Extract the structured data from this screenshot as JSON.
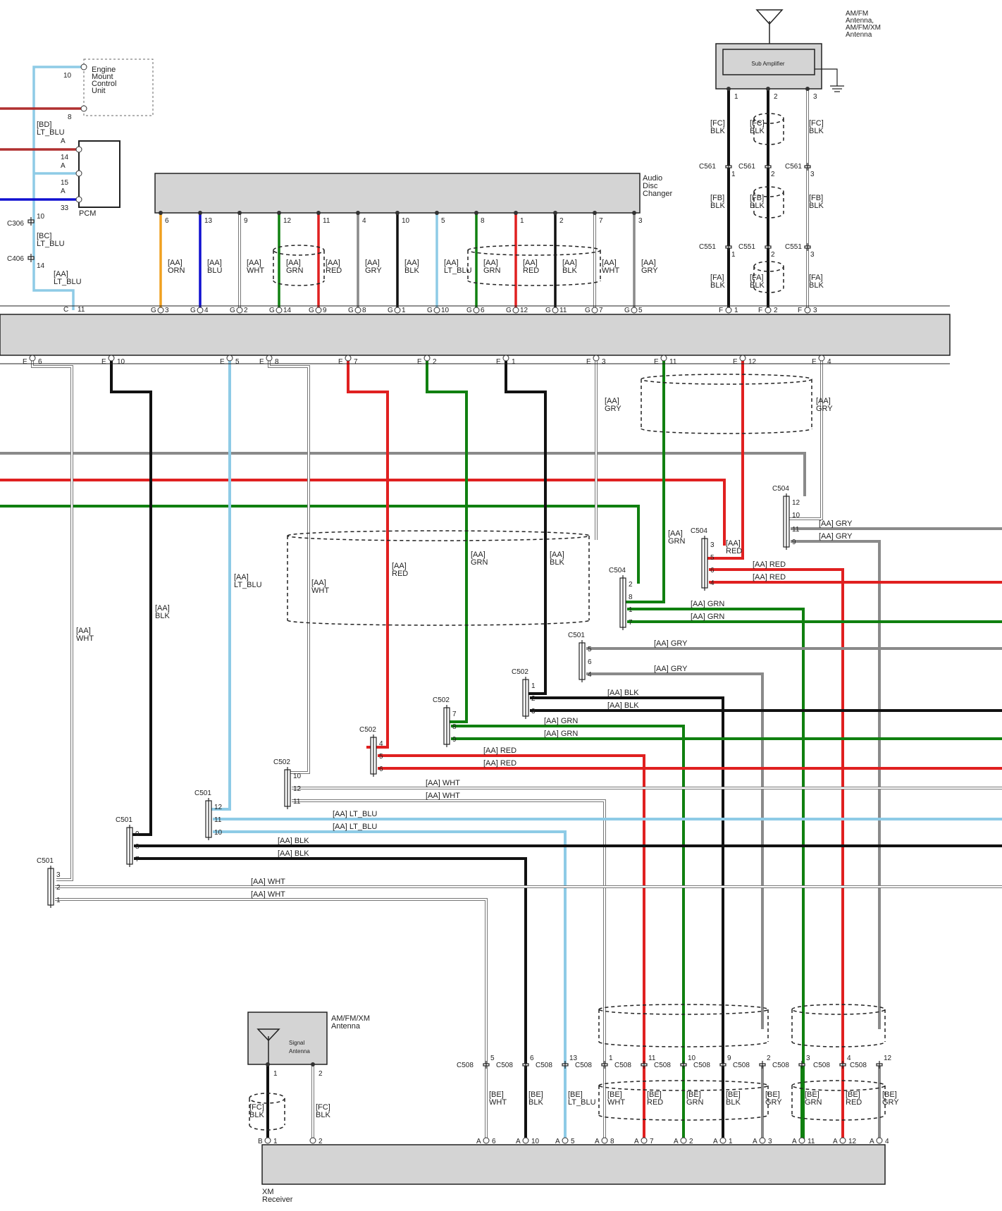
{
  "components": {
    "antenna_top": {
      "lines": [
        "AM/FM",
        "Antenna,",
        "AM/FM/XM",
        "Antenna"
      ]
    },
    "sub_amplifier": {
      "label": "Sub Amplifier"
    },
    "engine_mount": {
      "lines": [
        "Engine",
        "Mount",
        "Control",
        "Unit"
      ]
    },
    "pcm": {
      "label": "PCM"
    },
    "audio_disc_changer": {
      "lines": [
        "Audio",
        "Disc",
        "Changer"
      ]
    },
    "signal_antenna": {
      "lines": [
        "Signal",
        "Antenna"
      ]
    },
    "xm_antenna": {
      "lines": [
        "AM/FM/XM",
        "Antenna"
      ]
    },
    "xm_receiver": {
      "lines": [
        "XM",
        "Receiver"
      ]
    }
  },
  "colors": {
    "LT_BLU": "#8ecbe6",
    "RED": "#e02020",
    "BLU": "#1010d0",
    "ORN": "#f0a020",
    "GRN": "#108010",
    "BLK": "#111111",
    "GRY": "#8a8a8a",
    "WHT": "#ffffff",
    "DKRED": "#b03030",
    "BOX": "#d4d4d4"
  },
  "left_labels": {
    "engine_pins": [
      "10",
      "8"
    ],
    "bd": [
      "[BD]",
      "LT_BLU"
    ],
    "pcm_pins": [
      "A",
      "14",
      "A",
      "15",
      "A",
      "33"
    ],
    "c306": [
      "C306",
      "10"
    ],
    "bc": [
      "[BC]",
      "LT_BLU"
    ],
    "c406": [
      "C406",
      "14"
    ],
    "aa_ltblu": [
      "[AA]",
      "LT_BLU"
    ],
    "c11": [
      "C",
      "11"
    ]
  },
  "changer_pins": [
    "6",
    "13",
    "9",
    "12",
    "11",
    "4",
    "10",
    "5",
    "8",
    "1",
    "2",
    "7",
    "3"
  ],
  "g_row": [
    {
      "l": "G",
      "n": "3"
    },
    {
      "l": "G",
      "n": "4"
    },
    {
      "l": "G",
      "n": "2"
    },
    {
      "l": "G",
      "n": "14"
    },
    {
      "l": "G",
      "n": "9"
    },
    {
      "l": "G",
      "n": "8"
    },
    {
      "l": "G",
      "n": "1"
    },
    {
      "l": "G",
      "n": "10"
    },
    {
      "l": "G",
      "n": "6"
    },
    {
      "l": "G",
      "n": "12"
    },
    {
      "l": "G",
      "n": "11"
    },
    {
      "l": "G",
      "n": "7"
    },
    {
      "l": "G",
      "n": "5"
    }
  ],
  "changer_wires": [
    [
      "[AA]",
      "ORN"
    ],
    [
      "[AA]",
      "BLU"
    ],
    [
      "[AA]",
      "WHT"
    ],
    [
      "[AA]",
      "GRN"
    ],
    [
      "[AA]",
      "RED"
    ],
    [
      "[AA]",
      "GRY"
    ],
    [
      "[AA]",
      "BLK"
    ],
    [
      "[AA]",
      "LT_BLU"
    ],
    [
      "[AA]",
      "GRN"
    ],
    [
      "[AA]",
      "RED"
    ],
    [
      "[AA]",
      "BLK"
    ],
    [
      "[AA]",
      "WHT"
    ],
    [
      "[AA]",
      "GRY"
    ]
  ],
  "amp_pins": [
    "1",
    "2",
    "3"
  ],
  "amp_conn_names": [
    "C561",
    "C561",
    "C561",
    "C551",
    "C551",
    "C551"
  ],
  "amp_conn_pins": [
    "1",
    "2",
    "3",
    "1",
    "2",
    "3"
  ],
  "amp_wires": [
    [
      "[FC]",
      "BLK"
    ],
    [
      "[FC]",
      "BLK"
    ],
    [
      "[FC]",
      "BLK"
    ],
    [
      "[FB]",
      "BLK"
    ],
    [
      "[FB]",
      "BLK"
    ],
    [
      "[FB]",
      "BLK"
    ],
    [
      "[FA]",
      "BLK"
    ],
    [
      "[FA]",
      "BLK"
    ],
    [
      "[FA]",
      "BLK"
    ]
  ],
  "f_row": [
    {
      "l": "F",
      "n": "1"
    },
    {
      "l": "F",
      "n": "2"
    },
    {
      "l": "F",
      "n": "3"
    }
  ],
  "e_row": [
    {
      "l": "E",
      "n": "6"
    },
    {
      "l": "E",
      "n": "10"
    },
    {
      "l": "E",
      "n": "5"
    },
    {
      "l": "E",
      "n": "8"
    },
    {
      "l": "E",
      "n": "7"
    },
    {
      "l": "E",
      "n": "2"
    },
    {
      "l": "E",
      "n": "1"
    },
    {
      "l": "E",
      "n": "3"
    },
    {
      "l": "E",
      "n": "11"
    },
    {
      "l": "E",
      "n": "12"
    },
    {
      "l": "E",
      "n": "4"
    }
  ],
  "vertical_wire_labels": [
    [
      "[AA]",
      "GRY"
    ],
    [
      "[AA]",
      "GRY"
    ],
    [
      "[AA]",
      "WHT"
    ],
    [
      "[AA]",
      "BLK"
    ],
    [
      "[AA]",
      "LT_BLU"
    ],
    [
      "[AA]",
      "WHT"
    ],
    [
      "[AA]",
      "RED"
    ],
    [
      "[AA]",
      "GRN"
    ],
    [
      "[AA]",
      "BLK"
    ],
    [
      "[AA]",
      "GRN"
    ],
    [
      "[AA]",
      "RED"
    ]
  ],
  "connectors": [
    {
      "name": "C504",
      "pins": [
        "12",
        "10",
        "11",
        "9"
      ]
    },
    {
      "name": "C504",
      "pins": [
        "3",
        "5",
        "6",
        "4"
      ]
    },
    {
      "name": "C504",
      "pins": [
        "2",
        "8",
        "1",
        "7"
      ]
    },
    {
      "name": "C501",
      "pins": [
        "5",
        "6",
        "4"
      ]
    },
    {
      "name": "C502",
      "pins": [
        "1",
        "2",
        "3"
      ]
    },
    {
      "name": "C502",
      "pins": [
        "7",
        "8",
        "9"
      ]
    },
    {
      "name": "C502",
      "pins": [
        "4",
        "5",
        "6"
      ]
    },
    {
      "name": "C502",
      "pins": [
        "10",
        "12",
        "11"
      ]
    },
    {
      "name": "C501",
      "pins": [
        "12",
        "11",
        "10"
      ]
    },
    {
      "name": "C501",
      "pins": [
        "9",
        "8",
        "7"
      ]
    },
    {
      "name": "C501",
      "pins": [
        "3",
        "2",
        "1"
      ]
    }
  ],
  "horizontal_wire_labels": [
    "[AA]  GRY",
    "[AA]  GRY",
    "[AA]  RED",
    "[AA]  RED",
    "[AA]  GRN",
    "[AA]  GRN",
    "[AA]  GRY",
    "[AA]  GRY",
    "[AA]  BLK",
    "[AA]  BLK",
    "[AA]  GRN",
    "[AA]  GRN",
    "[AA]  RED",
    "[AA]  RED",
    "[AA]  WHT",
    "[AA]  WHT",
    "[AA]  LT_BLU",
    "[AA]  LT_BLU",
    "[AA]  BLK",
    "[AA]  BLK",
    "[AA]  WHT",
    "[AA]  WHT"
  ],
  "c508": [
    {
      "name": "C508",
      "pin": "5"
    },
    {
      "name": "C508",
      "pin": "6"
    },
    {
      "name": "C508",
      "pin": "13"
    },
    {
      "name": "C508",
      "pin": "1"
    },
    {
      "name": "C508",
      "pin": "11"
    },
    {
      "name": "C508",
      "pin": "10"
    },
    {
      "name": "C508",
      "pin": "9"
    },
    {
      "name": "C508",
      "pin": "2"
    },
    {
      "name": "C508",
      "pin": "3"
    },
    {
      "name": "C508",
      "pin": "4"
    },
    {
      "name": "C508",
      "pin": "12"
    }
  ],
  "be_wires": [
    [
      "[BE]",
      "WHT"
    ],
    [
      "[BE]",
      "BLK"
    ],
    [
      "[BE]",
      "LT_BLU"
    ],
    [
      "[BE]",
      "WHT"
    ],
    [
      "[BE]",
      "RED"
    ],
    [
      "[BE]",
      "GRN"
    ],
    [
      "[BE]",
      "BLK"
    ],
    [
      "[BE]",
      "GRY"
    ],
    [
      "[BE]",
      "GRN"
    ],
    [
      "[BE]",
      "RED"
    ],
    [
      "[BE]",
      "GRY"
    ]
  ],
  "a_row": [
    {
      "l": "A",
      "n": "6"
    },
    {
      "l": "A",
      "n": "10"
    },
    {
      "l": "A",
      "n": "5"
    },
    {
      "l": "A",
      "n": "8"
    },
    {
      "l": "A",
      "n": "7"
    },
    {
      "l": "A",
      "n": "2"
    },
    {
      "l": "A",
      "n": "1"
    },
    {
      "l": "A",
      "n": "3"
    },
    {
      "l": "A",
      "n": "11"
    },
    {
      "l": "A",
      "n": "12"
    },
    {
      "l": "A",
      "n": "4"
    }
  ],
  "xm_antenna_pins": [
    "1",
    "2"
  ],
  "xm_antenna_wires": [
    [
      "[FC]",
      "BLK"
    ],
    [
      "[FC]",
      "BLK"
    ]
  ],
  "b_row": [
    {
      "l": "B",
      "n": "1"
    },
    {
      "l": "",
      "n": "2"
    }
  ]
}
